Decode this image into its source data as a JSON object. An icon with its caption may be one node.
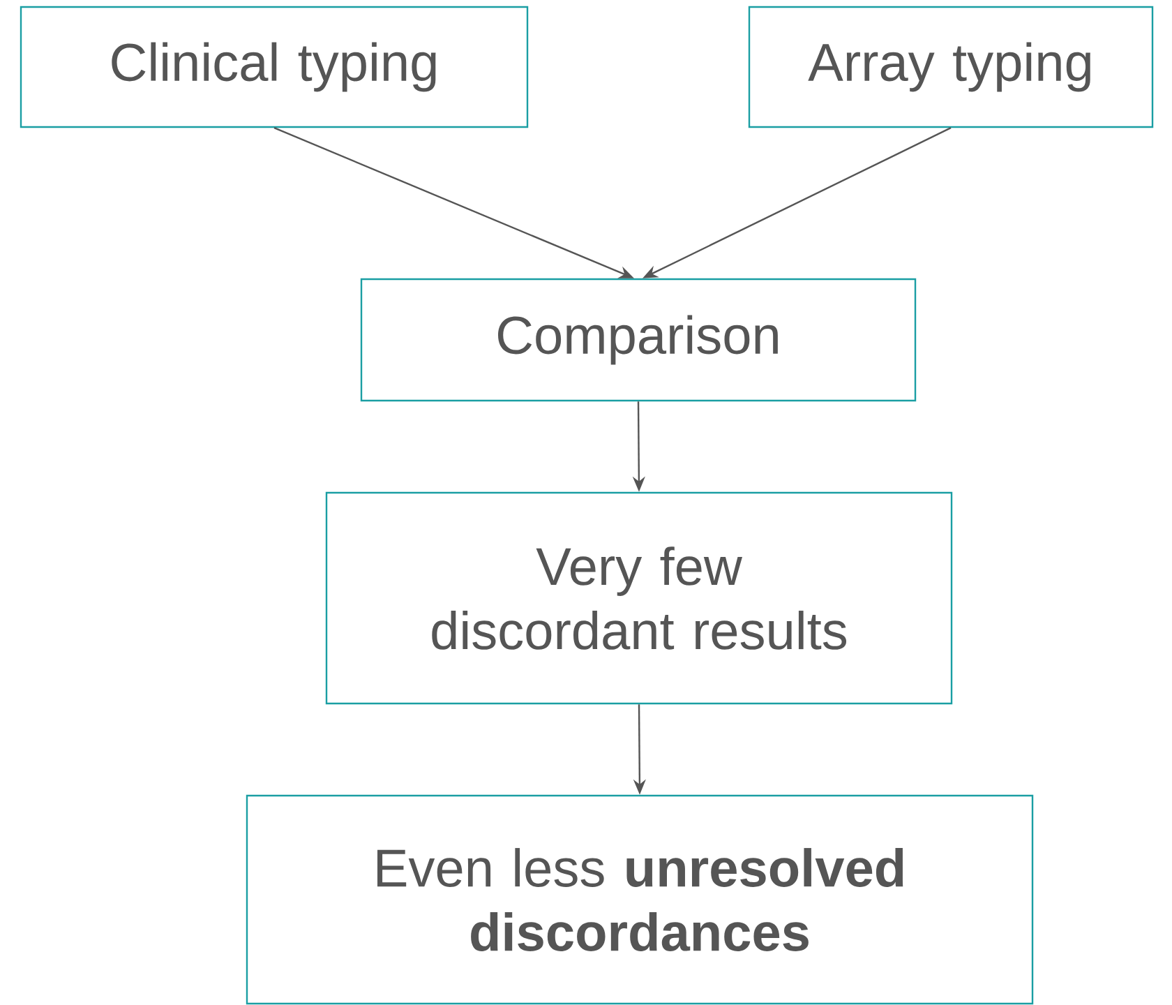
{
  "diagram": {
    "nodes": [
      {
        "text": [
          "Clinical typing"
        ]
      },
      {
        "text": [
          "Array typing"
        ]
      },
      {
        "text": [
          "Comparison"
        ]
      },
      {
        "text": [
          "Very few discordant results"
        ]
      },
      {
        "text": [
          "Even less **unresolved discordances**"
        ]
      }
    ],
    "edges": [
      {
        "from": 0,
        "to": 2,
        "arrow": "to"
      },
      {
        "from": 1,
        "to": 2,
        "arrow": "to"
      },
      {
        "from": 2,
        "to": 3,
        "arrow": "to"
      },
      {
        "from": 3,
        "to": 4,
        "arrow": "to"
      }
    ]
  }
}
